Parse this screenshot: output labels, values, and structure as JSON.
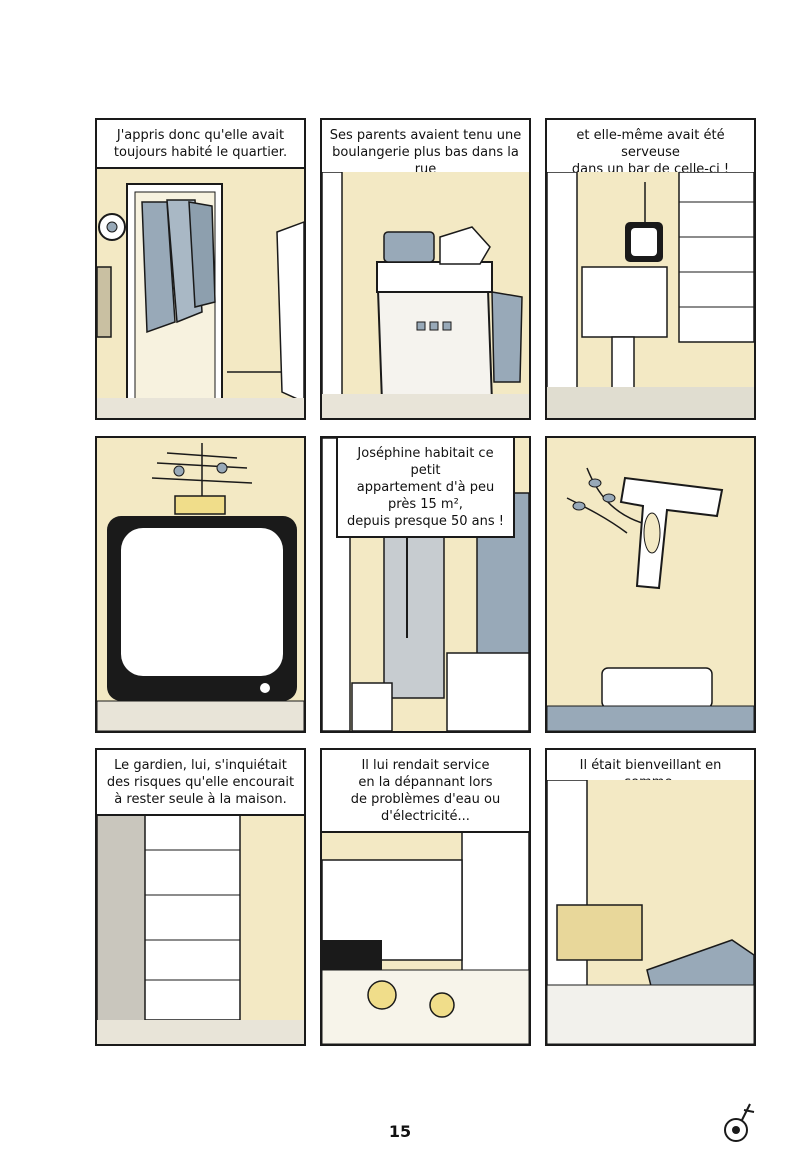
{
  "panels": [
    {
      "lines": [
        "J'appris donc qu'elle avait",
        "toujours habité le quartier."
      ]
    },
    {
      "lines": [
        "Ses parents avaient tenu une",
        "boulangerie plus bas dans la rue"
      ]
    },
    {
      "lines": [
        "et elle-même avait été serveuse",
        "dans un bar de celle-ci !"
      ]
    },
    {
      "lines": []
    },
    {
      "lines": [
        "Joséphine habitait ce petit",
        "appartement d'à peu près 15 m²,",
        "depuis presque 50 ans !"
      ]
    },
    {
      "lines": []
    },
    {
      "lines": [
        "Le gardien, lui, s'inquiétait",
        "des risques qu'elle encourait",
        "à rester seule à la maison."
      ]
    },
    {
      "lines": [
        "Il lui rendait service",
        "en la dépannant lors",
        "de problèmes d'eau ou d'électricité..."
      ]
    },
    {
      "lines": [
        "Il était bienveillant en somme."
      ]
    }
  ],
  "page_number": "15",
  "colors": {
    "cream": "#f3e9c4",
    "blue_grey": "#98a9b8",
    "ink": "#1a1a1a"
  }
}
